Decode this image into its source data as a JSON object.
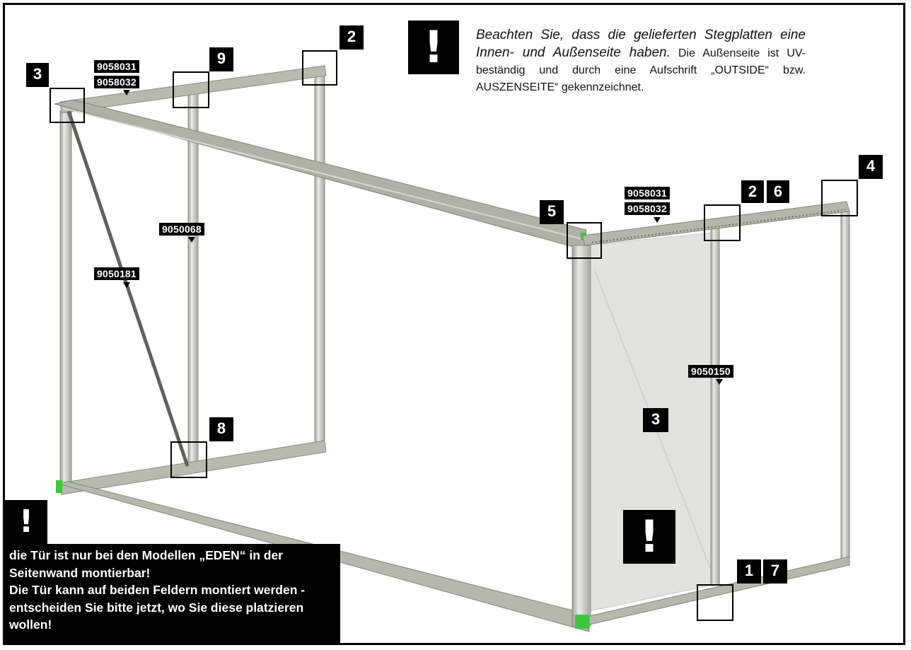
{
  "notice": {
    "icon": "exclamation-icon",
    "italic_text": "Beachten Sie, dass die gelieferten Steg­platten eine Innen- und Außenseite haben.",
    "text": " Die Außenseite ist UV-beständig und durch eine Aufschrift „OUTSIDE“ bzw. AUSZENSEITE“ gekennzeichnet."
  },
  "door_notice": {
    "icon": "exclamation-icon",
    "line1": "die Tür ist nur bei den Modellen „EDEN“ in der Seitenwand montierbar!",
    "line2": "Die Tür kann auf beiden Feldern montiert werden - entscheiden Sie bitte jetzt, wo Sie diese platzieren wollen!"
  },
  "panel_warning": {
    "icon": "exclamation-icon"
  },
  "step_numbers": {
    "n3_top_left": "3",
    "n9": "9",
    "n2_top": "2",
    "n5": "5",
    "n2_right": "2",
    "n6": "6",
    "n4": "4",
    "n8": "8",
    "n3_panel": "3",
    "n1": "1",
    "n7": "7"
  },
  "part_codes": {
    "ridge_a_top": "9058031",
    "ridge_b_top": "9058032",
    "ridge_a_side": "9058031",
    "ridge_b_side": "9058032",
    "post": "9050068",
    "brace": "9050181",
    "panel": "9050150"
  },
  "colors": {
    "frame_profile": "#b8bcaf",
    "frame_edge": "#8a8e82",
    "panel": "#e3e5df",
    "corner_green": "#3cc83c",
    "label_bg": "#000000"
  }
}
